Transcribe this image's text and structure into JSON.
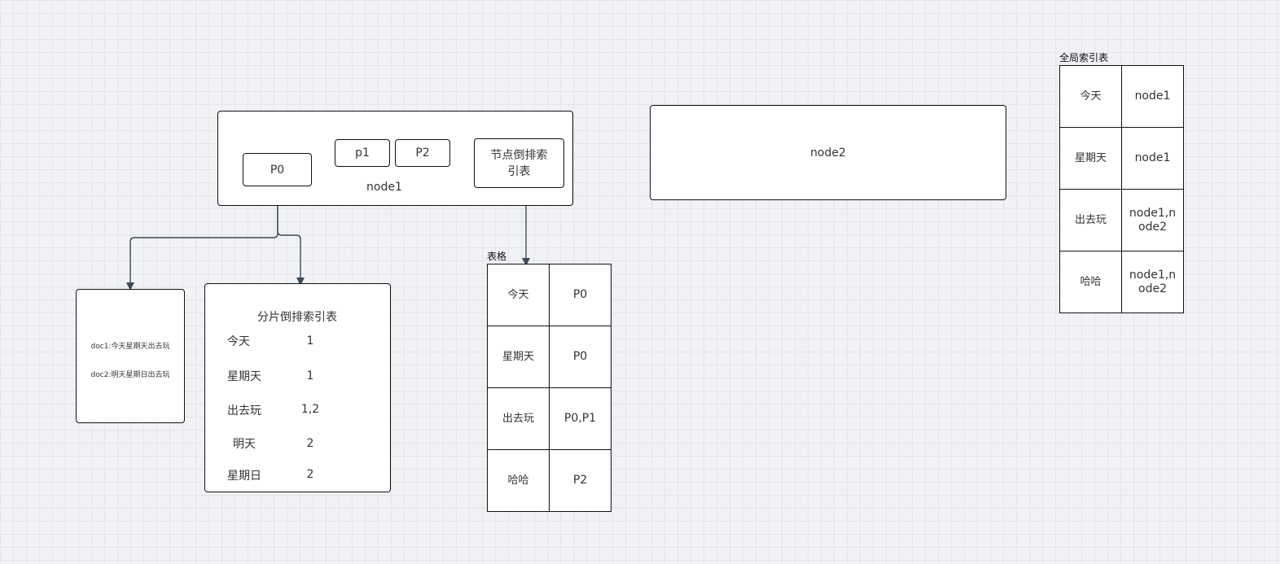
{
  "node1": {
    "label": "node1",
    "p0": "P0",
    "p1": "p1",
    "p2": "P2",
    "node_index": "节点倒排索\n引表"
  },
  "node2": {
    "label": "node2"
  },
  "docs": {
    "doc1": "doc1:今天星期天出去玩",
    "doc2": "doc2:明天星期日出去玩"
  },
  "shard_index": {
    "title": "分片倒排索引表",
    "rows": [
      {
        "term": "今天",
        "docs": "1"
      },
      {
        "term": "星期天",
        "docs": "1"
      },
      {
        "term": "出去玩",
        "docs": "1,2"
      },
      {
        "term": "明天",
        "docs": "2"
      },
      {
        "term": "星期日",
        "docs": "2"
      }
    ]
  },
  "node_table": {
    "caption": "表格",
    "rows": [
      {
        "term": "今天",
        "value": "P0"
      },
      {
        "term": "星期天",
        "value": "P0"
      },
      {
        "term": "出去玩",
        "value": "P0,P1"
      },
      {
        "term": "哈哈",
        "value": "P2"
      }
    ]
  },
  "global_table": {
    "caption": "全局索引表",
    "rows": [
      {
        "term": "今天",
        "value": "node1"
      },
      {
        "term": "星期天",
        "value": "node1"
      },
      {
        "term": "出去玩",
        "value": "node1,n\node2"
      },
      {
        "term": "哈哈",
        "value": "node1,n\node2"
      }
    ]
  },
  "colors": {
    "edge": "#3d4a5c",
    "border": "#111111"
  }
}
